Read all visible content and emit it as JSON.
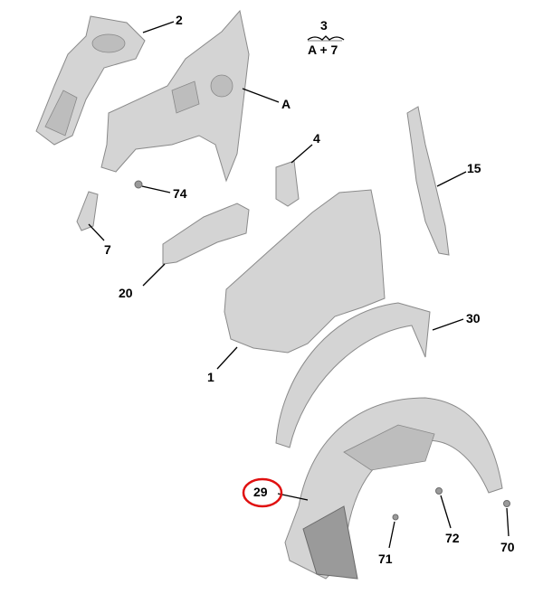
{
  "diagram": {
    "title": "Front wing and wheel arch liner parts",
    "labels": {
      "p2": "2",
      "p3": "3",
      "p3_group": "A + 7",
      "pA": "A",
      "p4": "4",
      "p74": "74",
      "p15": "15",
      "p7": "7",
      "p20": "20",
      "p30": "30",
      "p1": "1",
      "p29": "29",
      "p72": "72",
      "p71": "71",
      "p70": "70"
    },
    "highlight": {
      "label": "29",
      "color": "#e01010"
    }
  }
}
